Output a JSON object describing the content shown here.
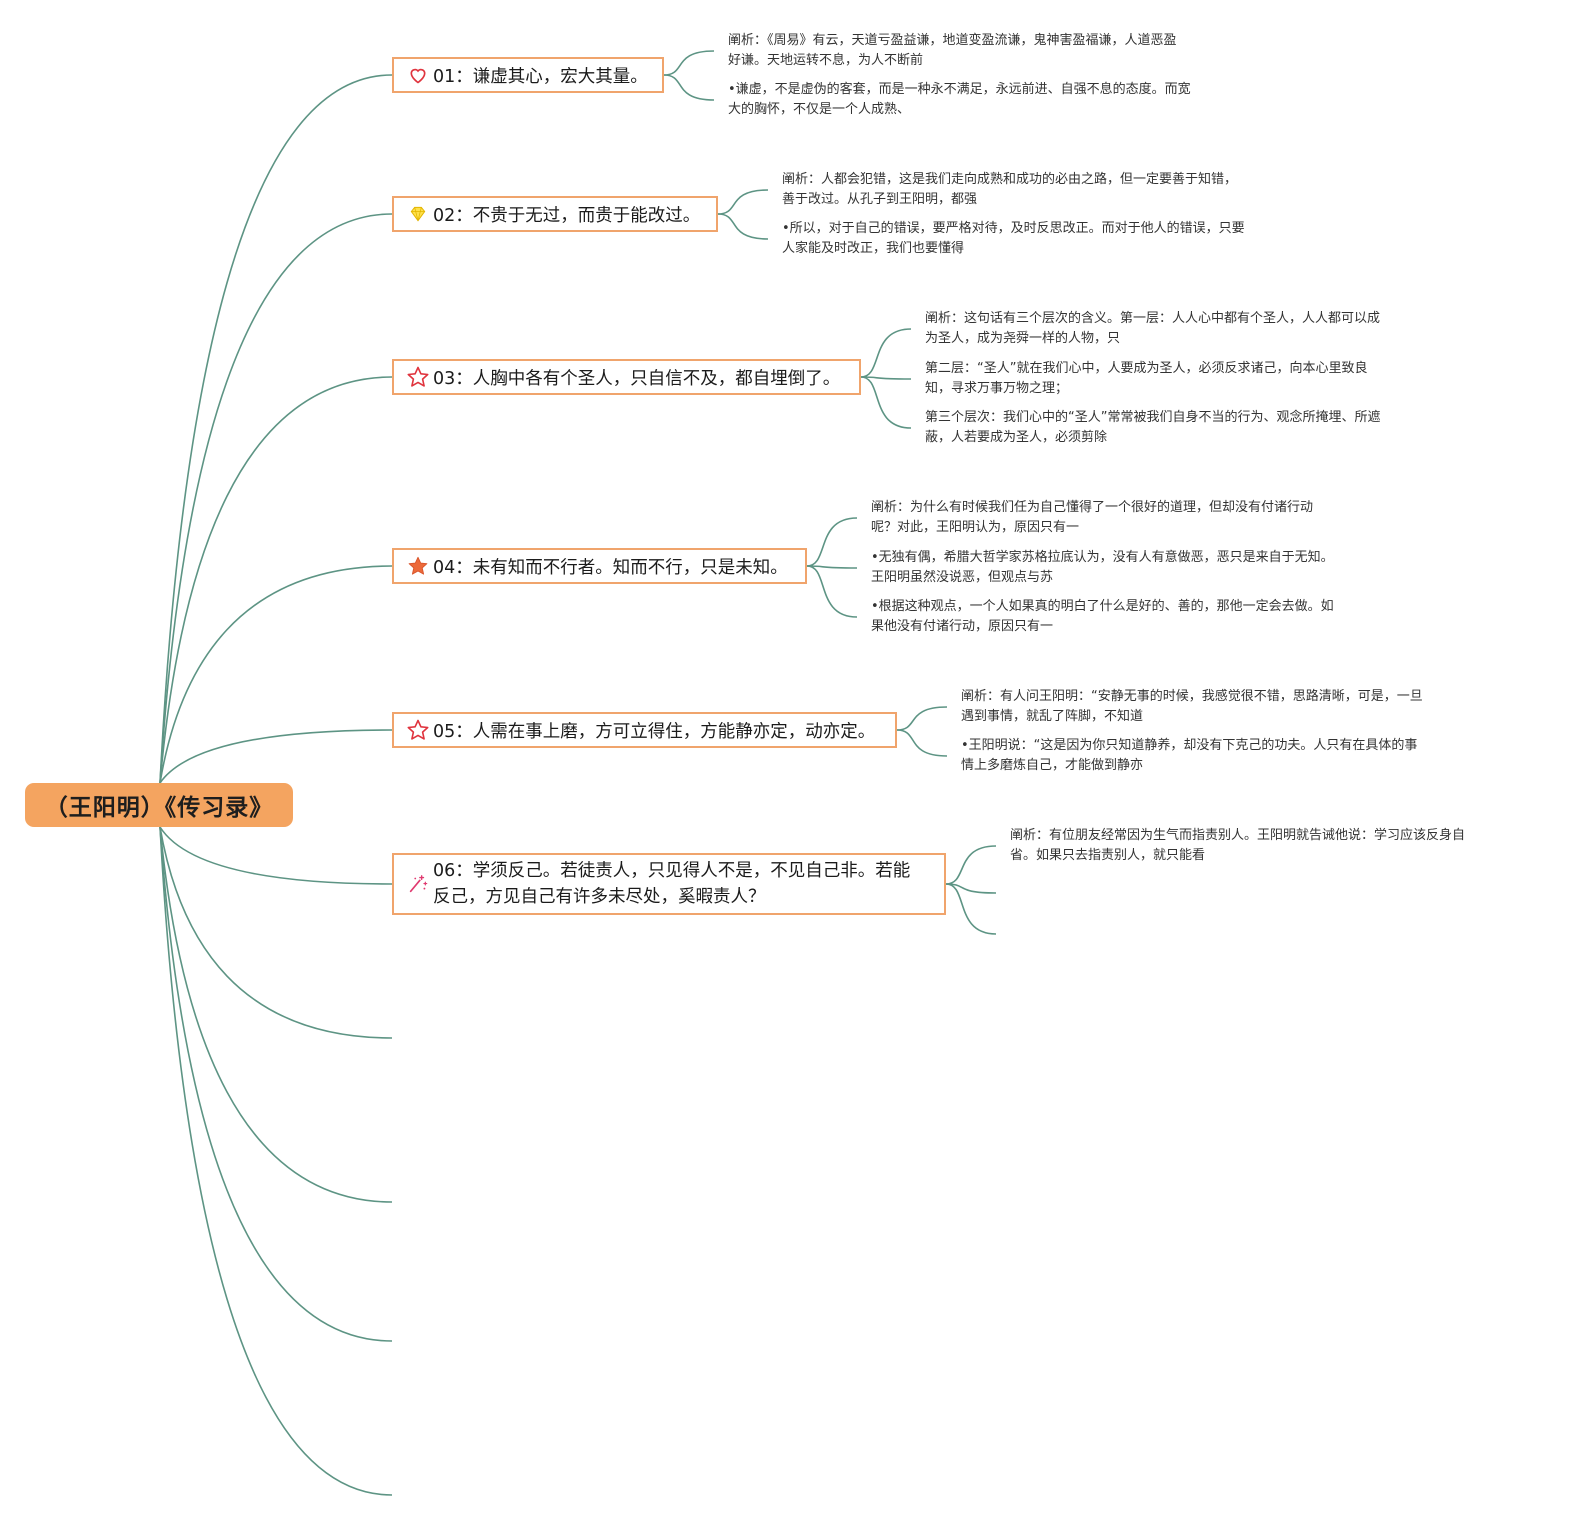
{
  "root": {
    "title": "（王阳明）《传习录》"
  },
  "topics": [
    {
      "label": "01：谦虚其心，宏大其量。",
      "icon": "heart-icon",
      "notes": [
        [
          "阐析：《周易》有云，天道亏盈益谦，地道变盈流谦，鬼神害盈福谦，人道恶盈",
          "好谦。天地运转不息，为人不断前"
        ],
        [
          "•谦虚，不是虚伪的客套，而是一种永不满足，永远前进、自强不息的态度。而宽",
          "大的胸怀，不仅是一个人成熟、"
        ]
      ]
    },
    {
      "label": "02：不贵于无过，而贵于能改过。",
      "icon": "diamond-icon",
      "notes": [
        [
          "阐析：人都会犯错，这是我们走向成熟和成功的必由之路，但一定要善于知错，",
          "善于改过。从孔子到王阳明，都强"
        ],
        [
          "•所以，对于自己的错误，要严格对待，及时反思改正。而对于他人的错误，只要",
          "人家能及时改正，我们也要懂得"
        ]
      ]
    },
    {
      "label": "03：人胸中各有个圣人，只自信不及，都自埋倒了。",
      "icon": "star-outline-icon",
      "notes": [
        [
          "阐析：这句话有三个层次的含义。第一层：人人心中都有个圣人，人人都可以成",
          "为圣人，成为尧舜一样的人物，只"
        ],
        [
          "第二层：“圣人”就在我们心中，人要成为圣人，必须反求诸己，向本心里致良",
          "知，寻求万事万物之理；"
        ],
        [
          "第三个层次：我们心中的“圣人”常常被我们自身不当的行为、观念所掩埋、所遮",
          "蔽，人若要成为圣人，必须剪除"
        ]
      ]
    },
    {
      "label": "04：未有知而不行者。知而不行，只是未知。",
      "icon": "star-filled-icon",
      "notes": [
        [
          "阐析：为什么有时候我们任为自己懂得了一个很好的道理，但却没有付诸行动",
          "呢？对此，王阳明认为，原因只有一"
        ],
        [
          "•无独有偶，希腊大哲学家苏格拉底认为，没有人有意做恶，恶只是来自于无知。",
          "王阳明虽然没说恶，但观点与苏"
        ],
        [
          "•根据这种观点，一个人如果真的明白了什么是好的、善的，那他一定会去做。如",
          "果他没有付诸行动，原因只有一"
        ]
      ]
    },
    {
      "label": "05：人需在事上磨，方可立得住，方能静亦定，动亦定。",
      "icon": "star-outline-icon",
      "notes": [
        [
          "阐析：有人问王阳明：“安静无事的时候，我感觉很不错，思路清晰，可是，一旦",
          "遇到事情，就乱了阵脚，不知道"
        ],
        [
          "•王阳明说：“这是因为你只知道静养，却没有下克己的功夫。人只有在具体的事",
          "情上多磨炼自己，才能做到静亦"
        ]
      ]
    },
    {
      "label": "06：学须反己。若徒责人，只见得人不是，不见自己非。若能反己，方见自己有许多未尽处，奚暇责人？",
      "icon": "sparkle-icon",
      "notes": [
        [
          "阐析：有位朋友经常因为生气而指责别人。王阳明就告诫他说：学习应该反身自",
          "省。如果只去指责别人，就只能看"
        ]
      ]
    }
  ],
  "colors": {
    "connector": "#5d9484",
    "topic_border": "#f0a46c",
    "root_fill": "#f4a460"
  }
}
